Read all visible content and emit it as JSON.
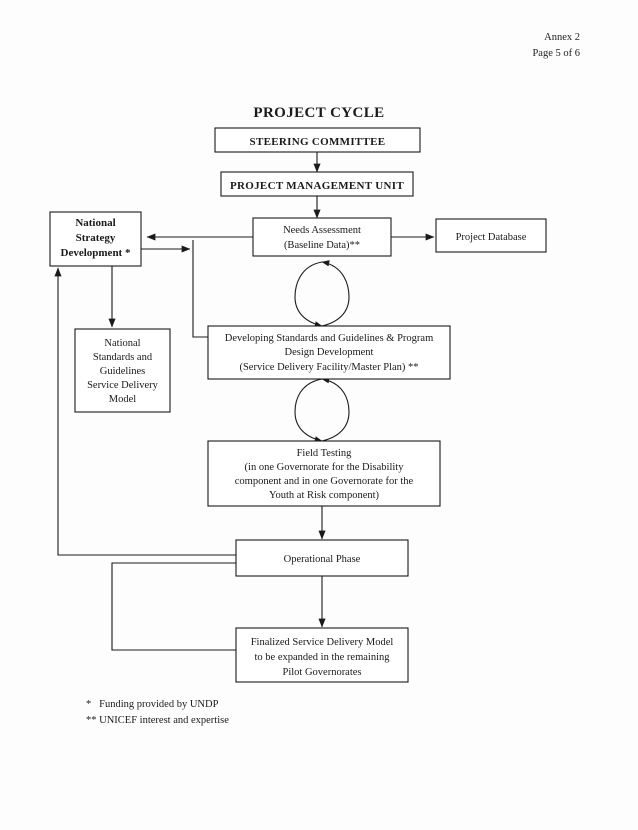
{
  "header": {
    "annex": "Annex 2",
    "page": "Page 5 of 6"
  },
  "diagram": {
    "title": "PROJECT CYCLE",
    "nodes": {
      "steering_committee": {
        "label": "STEERING COMMITTEE"
      },
      "project_management_unit": {
        "label": "PROJECT MANAGEMENT UNIT"
      },
      "national_strategy": {
        "line1": "National",
        "line2": "Strategy",
        "line3": "Development *"
      },
      "needs_assessment": {
        "line1": "Needs Assessment",
        "line2": "(Baseline Data)**"
      },
      "project_database": {
        "label": "Project Database"
      },
      "national_standards": {
        "line1": "National",
        "line2": "Standards and",
        "line3": "Guidelines",
        "line4": "Service Delivery",
        "line5": "Model"
      },
      "developing_standards": {
        "line1": "Developing Standards and Guidelines & Program",
        "line2": "Design Development",
        "line3": "(Service Delivery Facility/Master Plan) **"
      },
      "field_testing": {
        "line1": "Field Testing",
        "line2": "(in one Governorate for the Disability",
        "line3": "component and in one Governorate for the",
        "line4": "Youth at Risk component)"
      },
      "operational_phase": {
        "label": "Operational Phase"
      },
      "finalized_model": {
        "line1": "Finalized Service Delivery Model",
        "line2": "to be expanded in the remaining",
        "line3": "Pilot Governorates"
      }
    }
  },
  "footnotes": {
    "single_star": "*   Funding provided by UNDP",
    "double_star": "** UNICEF interest and expertise"
  },
  "colors": {
    "ink": "#1a1a1a",
    "paper": "#fdfdfd"
  }
}
